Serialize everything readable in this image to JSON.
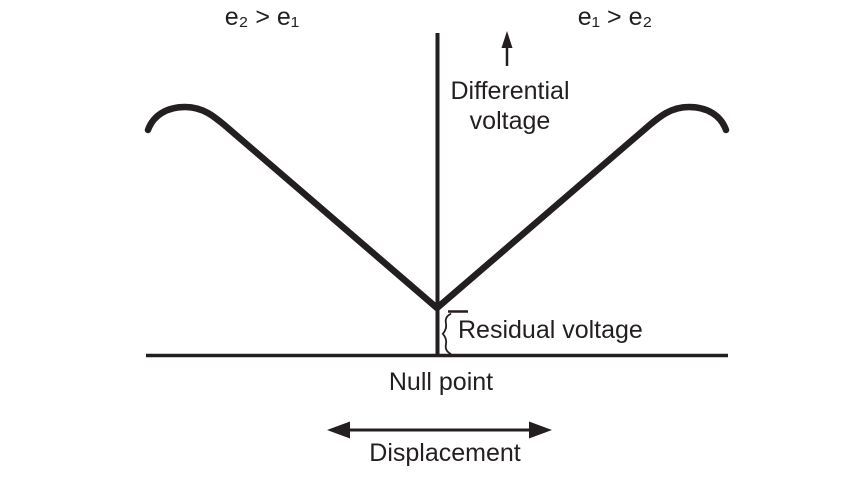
{
  "diagram": {
    "title_semantic": "LVDT differential output voltage versus core displacement",
    "colors": {
      "background": "#ffffff",
      "ink": "#231f20"
    },
    "regions": {
      "left_label": "e₂ > e₁",
      "right_label": "e₁ > e₂"
    },
    "y_axis": {
      "label_line1": "Differential",
      "label_line2": "voltage",
      "icon": "up-arrow-icon"
    },
    "x_axis": {
      "label": "Displacement",
      "icon": "left-right-arrow-icon"
    },
    "annotations": {
      "residual": "Residual voltage",
      "null_point": "Null point"
    }
  }
}
